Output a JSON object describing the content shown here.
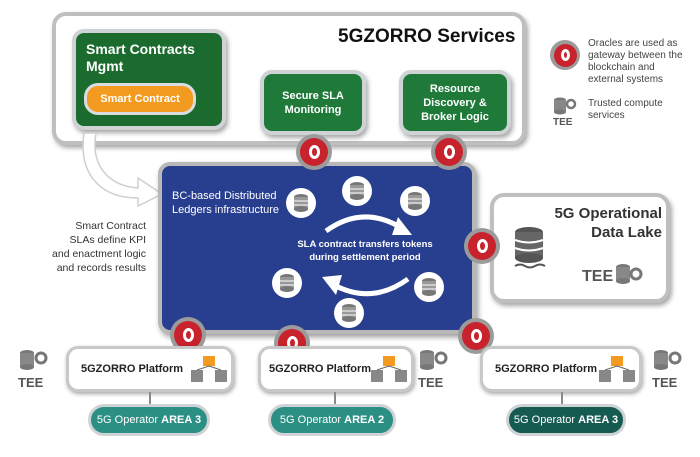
{
  "services": {
    "title": "5GZORRO Services"
  },
  "smart_contracts": {
    "title": "Smart Contracts Mgmt",
    "pill": "Smart Contract"
  },
  "secure_sla": {
    "title": "Secure SLA Monitoring"
  },
  "resource_discovery": {
    "title": "Resource Discovery & Broker Logic"
  },
  "ledger": {
    "title": "BC-based Distributed Ledgers infrastructure",
    "center_text": "SLA contract transfers tokens during settlement period"
  },
  "side_note": {
    "text": "Smart Contract SLAs define KPI and enactment logic and records results"
  },
  "data_lake": {
    "title": "5G Operational Data Lake",
    "tee": "TEE"
  },
  "legend": {
    "oracles": "Oracles are used as gateway between the blockchain and external systems",
    "trusted": "Trusted compute services",
    "tee": "TEE"
  },
  "platforms": [
    {
      "label": "5GZORRO Platform",
      "area_prefix": "5G Operator",
      "area_bold": "AREA 3",
      "area_color": "#2b8f84",
      "tee": "TEE"
    },
    {
      "label": "5GZORRO Platform",
      "area_prefix": "5G Operator",
      "area_bold": "AREA 2",
      "area_color": "#2b8f84",
      "tee": "TEE"
    },
    {
      "label": "5GZORRO Platform",
      "area_prefix": "5G Operator",
      "area_bold": "AREA 3",
      "area_color": "#155b52",
      "tee": "TEE"
    }
  ]
}
